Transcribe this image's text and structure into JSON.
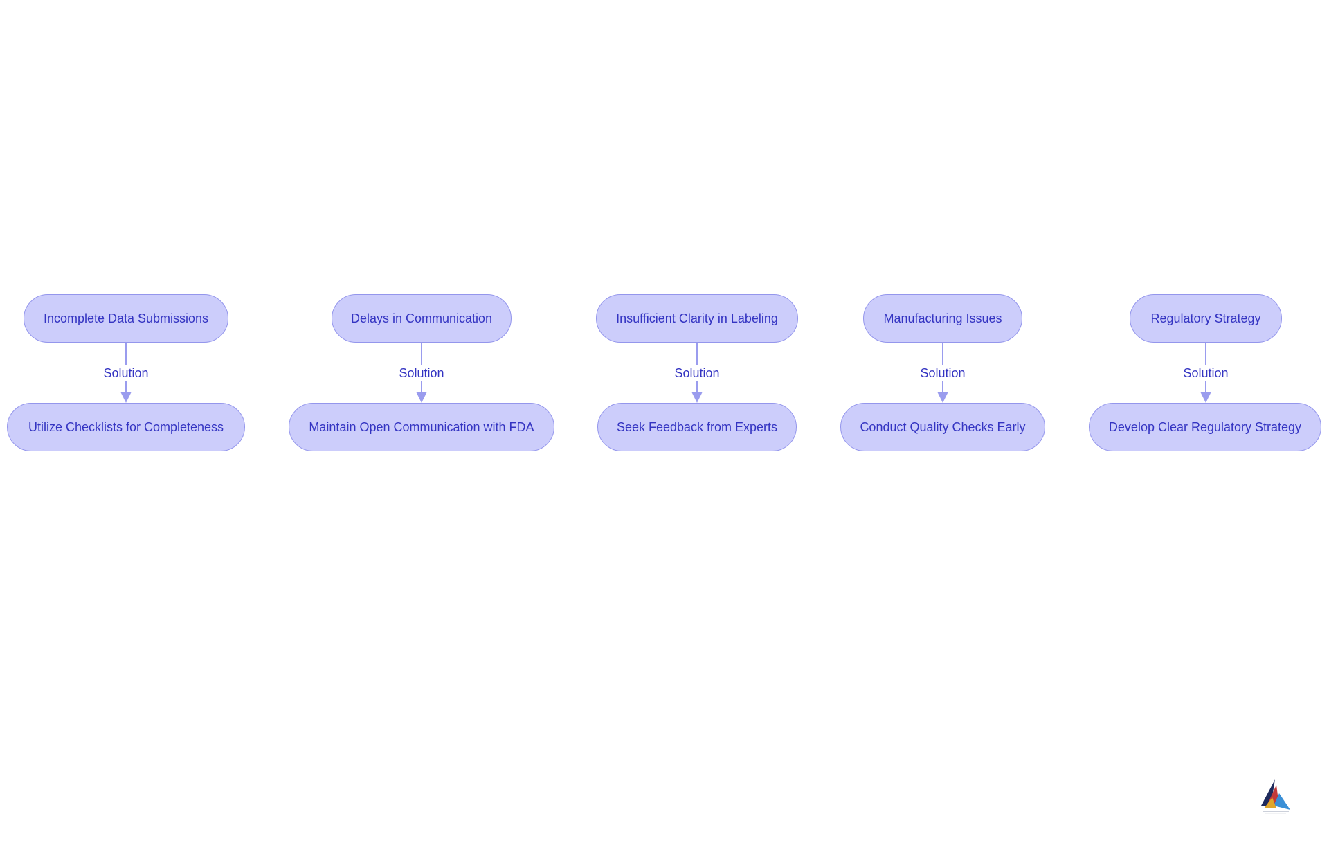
{
  "diagram": {
    "edge_label": "Solution",
    "pairs": [
      {
        "problem": "Incomplete Data Submissions",
        "solution": "Utilize Checklists for Completeness"
      },
      {
        "problem": "Delays in Communication",
        "solution": "Maintain Open Communication with FDA"
      },
      {
        "problem": "Insufficient Clarity in Labeling",
        "solution": "Seek Feedback from Experts"
      },
      {
        "problem": "Manufacturing Issues",
        "solution": "Conduct Quality Checks Early"
      },
      {
        "problem": "Regulatory Strategy",
        "solution": "Develop Clear Regulatory Strategy"
      }
    ]
  },
  "colors": {
    "node_fill": "#cccdfb",
    "node_border": "#9496ec",
    "text": "#3434c2",
    "edge": "#9a9cee"
  },
  "logo": {
    "icon": "company-logo-icon"
  }
}
